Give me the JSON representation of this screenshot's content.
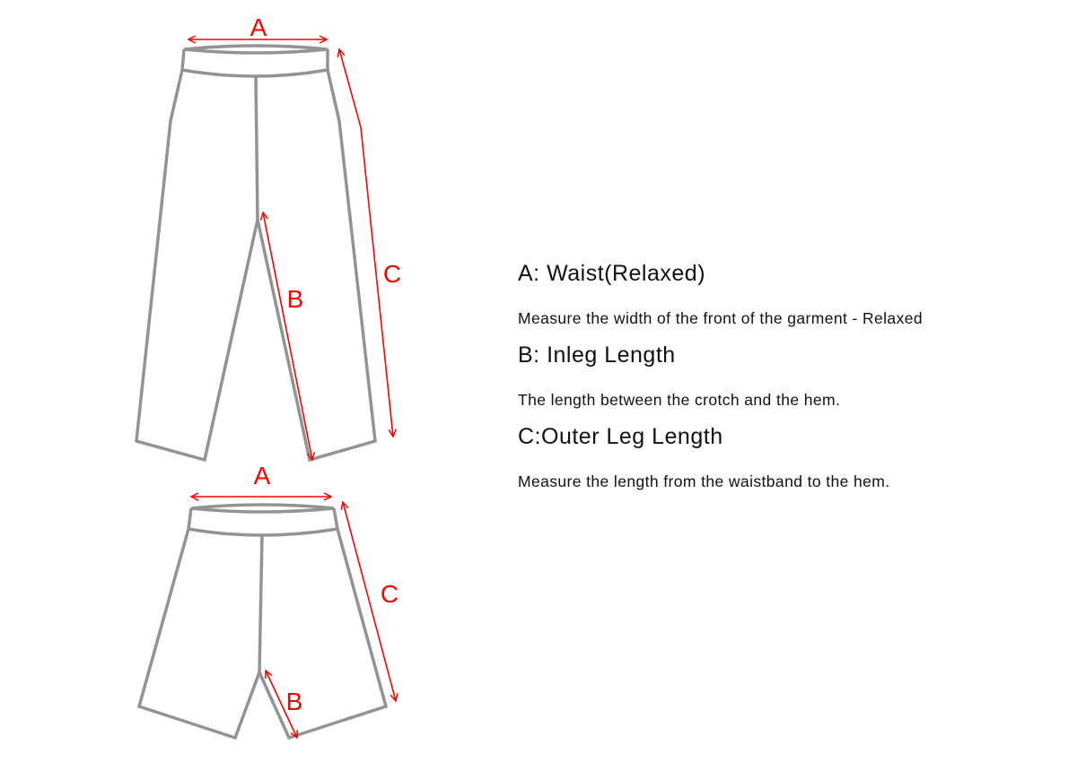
{
  "diagram": {
    "pants_labels": {
      "a": "A",
      "b": "B",
      "c": "C"
    },
    "shorts_labels": {
      "a": "A",
      "b": "B",
      "c": "C"
    },
    "colors": {
      "garment_outline": "#939393",
      "measure": "#ff0000"
    }
  },
  "legend": [
    {
      "title": "A: Waist(Relaxed)",
      "description": "Measure the width of the front of the garment - Relaxed"
    },
    {
      "title": "B: Inleg Length",
      "description": "The length between the crotch and the hem."
    },
    {
      "title": "C:Outer Leg Length",
      "description": "Measure the length from the waistband to the hem."
    }
  ]
}
